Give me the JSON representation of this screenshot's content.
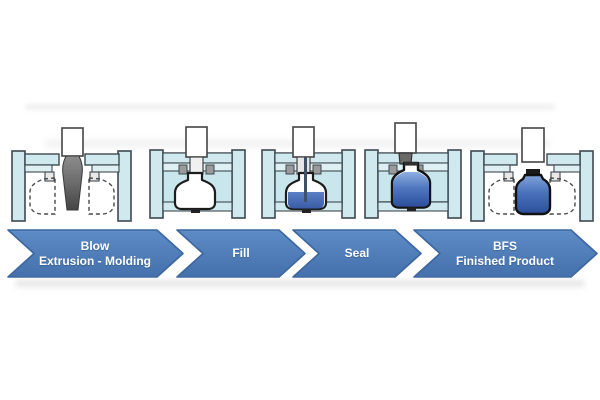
{
  "diagram": {
    "stages": [
      {
        "id": "blow-extrusion-molding",
        "line1": "Blow",
        "line2": "Extrusion - Molding"
      },
      {
        "id": "fill",
        "line1": "Fill",
        "line2": ""
      },
      {
        "id": "seal",
        "line1": "Seal",
        "line2": ""
      },
      {
        "id": "bfs-finished-product",
        "line1": "BFS",
        "line2": "Finished Product"
      }
    ],
    "machine_icons": [
      {
        "id": "open-mold-parison-extrusion-icon"
      },
      {
        "id": "closed-mold-blown-bottle-icon"
      },
      {
        "id": "closed-mold-filling-icon"
      },
      {
        "id": "closed-mold-sealing-icon"
      },
      {
        "id": "open-mold-finished-bottle-icon"
      }
    ],
    "colors": {
      "arrow_fill": "#4c7bb5",
      "arrow_border": "#3b67a0",
      "machine_body": "#cfe9ee",
      "machine_outline": "#3e4950",
      "liquid_blue": "#4a70ba",
      "bottle_blue": "#35579f",
      "parison_gray": "#5f5f5f",
      "label_text": "#ffffff",
      "background": "#ffffff"
    }
  }
}
